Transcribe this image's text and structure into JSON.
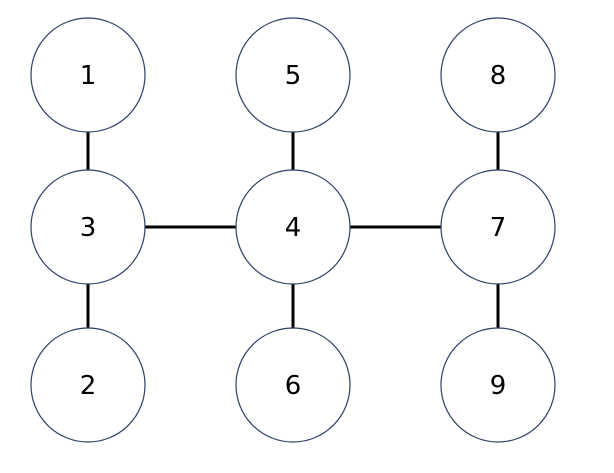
{
  "diagram": {
    "type": "graph",
    "node_labels": [
      "1",
      "5",
      "8",
      "3",
      "4",
      "7",
      "2",
      "6",
      "9"
    ],
    "edges": [
      [
        "1",
        "3"
      ],
      [
        "5",
        "4"
      ],
      [
        "8",
        "7"
      ],
      [
        "3",
        "4"
      ],
      [
        "4",
        "7"
      ],
      [
        "3",
        "2"
      ],
      [
        "4",
        "6"
      ],
      [
        "7",
        "9"
      ]
    ],
    "colors": {
      "node_border": "#2f3f63",
      "edge": "#000000",
      "text": "#000000",
      "background": "#ffffff"
    }
  }
}
